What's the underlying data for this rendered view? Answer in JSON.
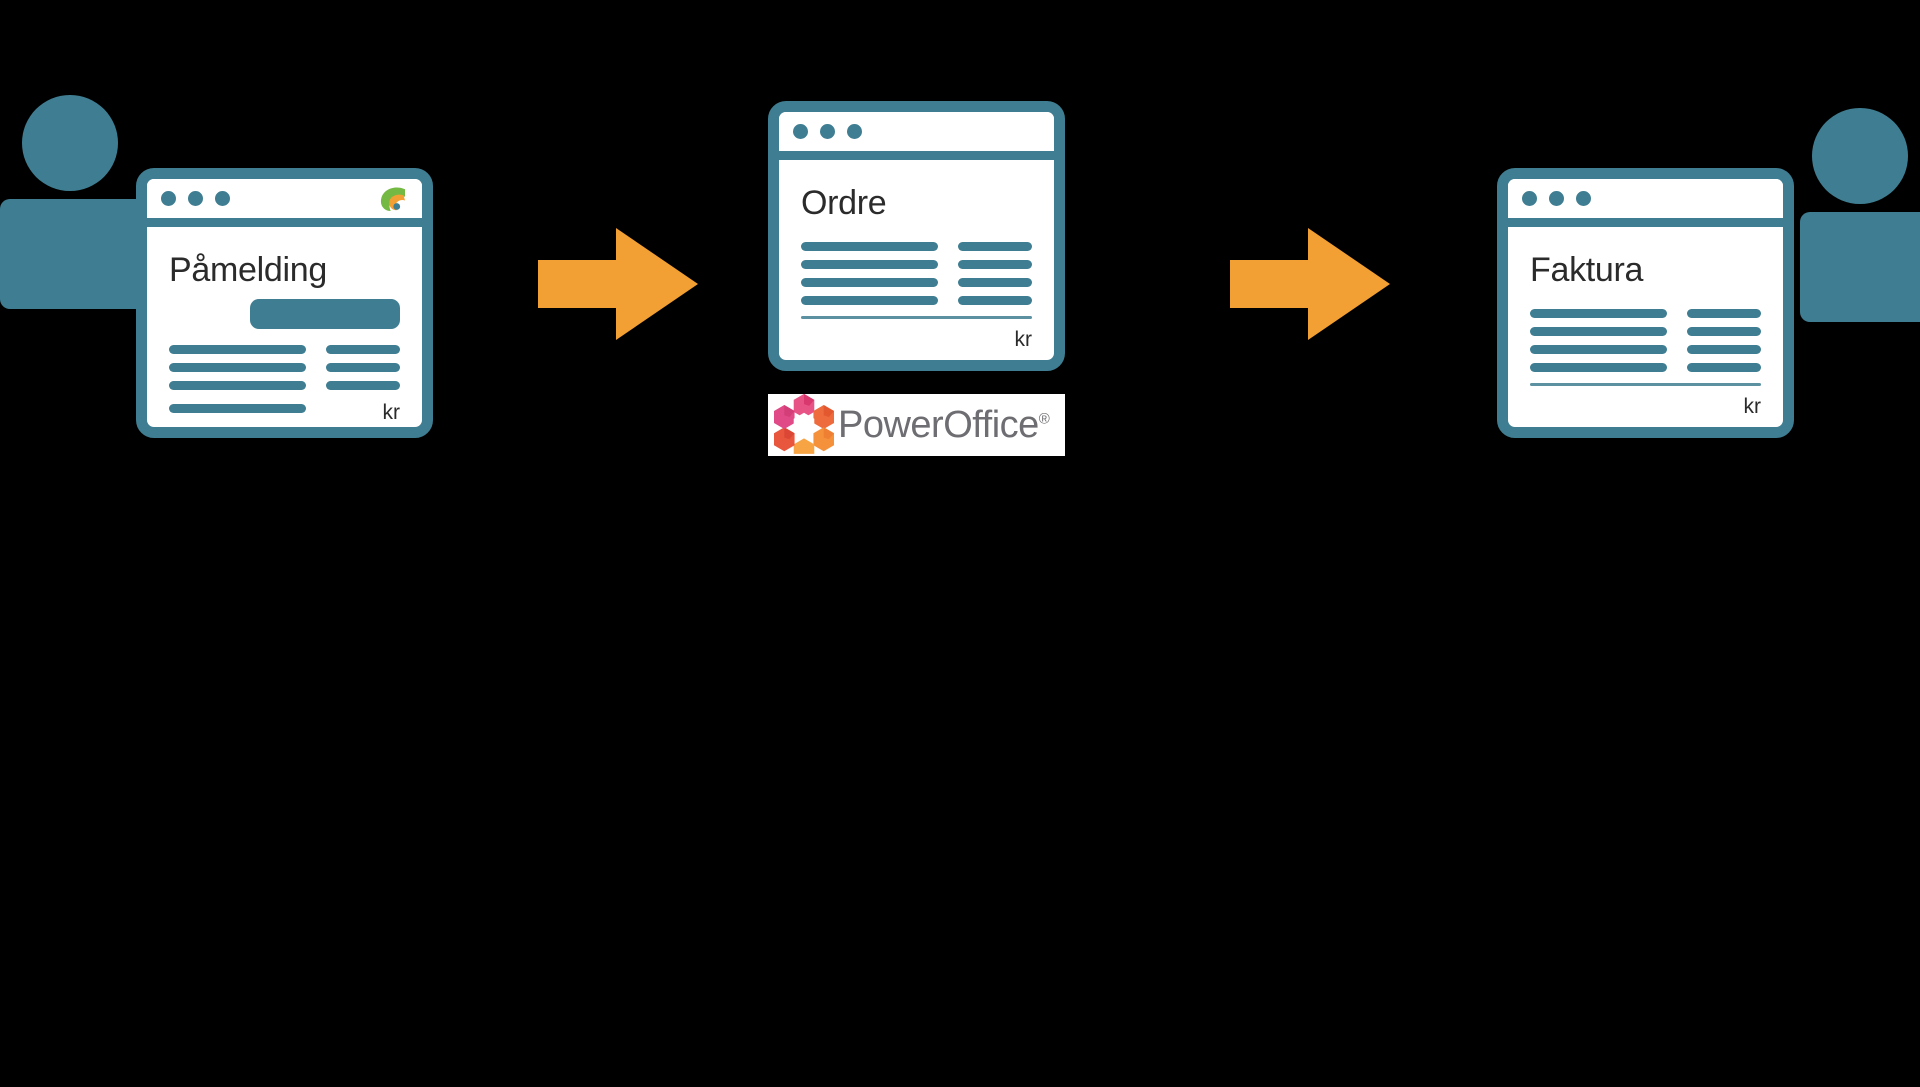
{
  "diagram": {
    "title": "Påmelding til Ordre til Faktura flyt",
    "background_color": "#000000",
    "accent_teal": "#3F7E92",
    "accent_orange": "#F2A033",
    "logo_green": "#73B943",
    "logo_orange": "#F2A033"
  },
  "actors": [
    {
      "name": "deltaker",
      "side": "left"
    },
    {
      "name": "mottaker",
      "side": "right"
    }
  ],
  "steps": [
    {
      "id": "pamelding",
      "title": "Påmelding",
      "currency_label": "kr",
      "has_button": true,
      "brandmark": "swirl-logo-icon",
      "left_bars": 3,
      "right_bars": 3,
      "extra_left_bar": true,
      "bottom_lines": 0
    },
    {
      "id": "ordre",
      "title": "Ordre",
      "currency_label": "kr",
      "has_button": false,
      "brandmark": null,
      "left_bars": 4,
      "right_bars": 4,
      "extra_left_bar": false,
      "bottom_lines": 2
    },
    {
      "id": "faktura",
      "title": "Faktura",
      "currency_label": "kr",
      "has_button": false,
      "brandmark": null,
      "left_bars": 4,
      "right_bars": 4,
      "extra_left_bar": false,
      "bottom_lines": 2
    }
  ],
  "arrows": [
    {
      "id": "arrow-1",
      "from": "pamelding",
      "to": "ordre",
      "direction": "right"
    },
    {
      "id": "arrow-2",
      "from": "ordre",
      "to": "faktura",
      "direction": "right"
    }
  ],
  "vendor_logo": {
    "name": "PowerOffice",
    "wordmark": "PowerOffice",
    "registered_mark": "®",
    "mark": "hexagon-flower-icon",
    "text_color": "#6e6e72"
  }
}
